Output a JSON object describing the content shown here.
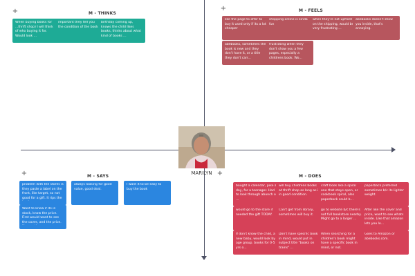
{
  "persona": {
    "name": "MARILYN",
    "avatar_icon": "person-photo"
  },
  "quadrants": {
    "thinks": {
      "title": "M - THINKS",
      "color": "#1eab96",
      "notes": [
        "When buying books for ...thrift shop) I will think of who buying it for. Would look ...",
        "important they tell you the condition of the book.",
        "birthday coming up, knows the child likes books, thinks about what kind of books ..."
      ]
    },
    "feels": {
      "title": "M - FEELS",
      "color": "#b7565e",
      "notes": [
        "like the page to offer to buy it used only if its a lot cheaper",
        "shopping online is kinda fun",
        "when they're not upfront on the shipping, would be very frustrating ...",
        "abebooks doesn't show you inside, that's annoying.",
        "abebooks, sometimes the book is new and they don't have it, or a title they don't carr...",
        "frustrating when they don't show you a few pages, especially a childrens book. Wo..."
      ]
    },
    "says": {
      "title": "M - SAYS",
      "color": "#2b86e0",
      "notes": [
        "problem with the stores is they paste a label on the front, like target, so not good for a gift. It rips the book...",
        "always looking for good value, good deal.",
        "I want it to be easy to buy the book",
        "Want to know if its in stock, know the price. First would want to see the cover, and the price. If more than w..."
      ]
    },
    "does": {
      "title": "M - DOES",
      "color": "#d64158",
      "notes": [
        "bought a calendar, pike a day, for a teenager. Had to look through abunch of ...",
        "will buy childrens books at thrift shop as long as it in good condition.",
        "craft book like a spiral one that stays open, or cookbook spiral, also paperback could b...",
        "paperback preferred sometimes b/c its lighter weight.",
        "would go to the store if needed the gift TODAY.",
        "Can't get from library, sometimes will buy it.",
        "go to website b/c there's not full bookstore nearby. Might go to a larger ...",
        "After like the cover and price, want to see whats inside. Like that amazon lets you lo...",
        "If don't know the child, a new baby, would look by age group. books for 0-5 yrs o...",
        "Don't have specific book in mind, would put in subject title \"books on trains\" ...",
        "When searching for a children's book might have a specific book in mind, or not.",
        "Goes to Amazon or abebooks.com."
      ]
    }
  },
  "icons": {
    "add": "+",
    "view": "eye-icon"
  }
}
